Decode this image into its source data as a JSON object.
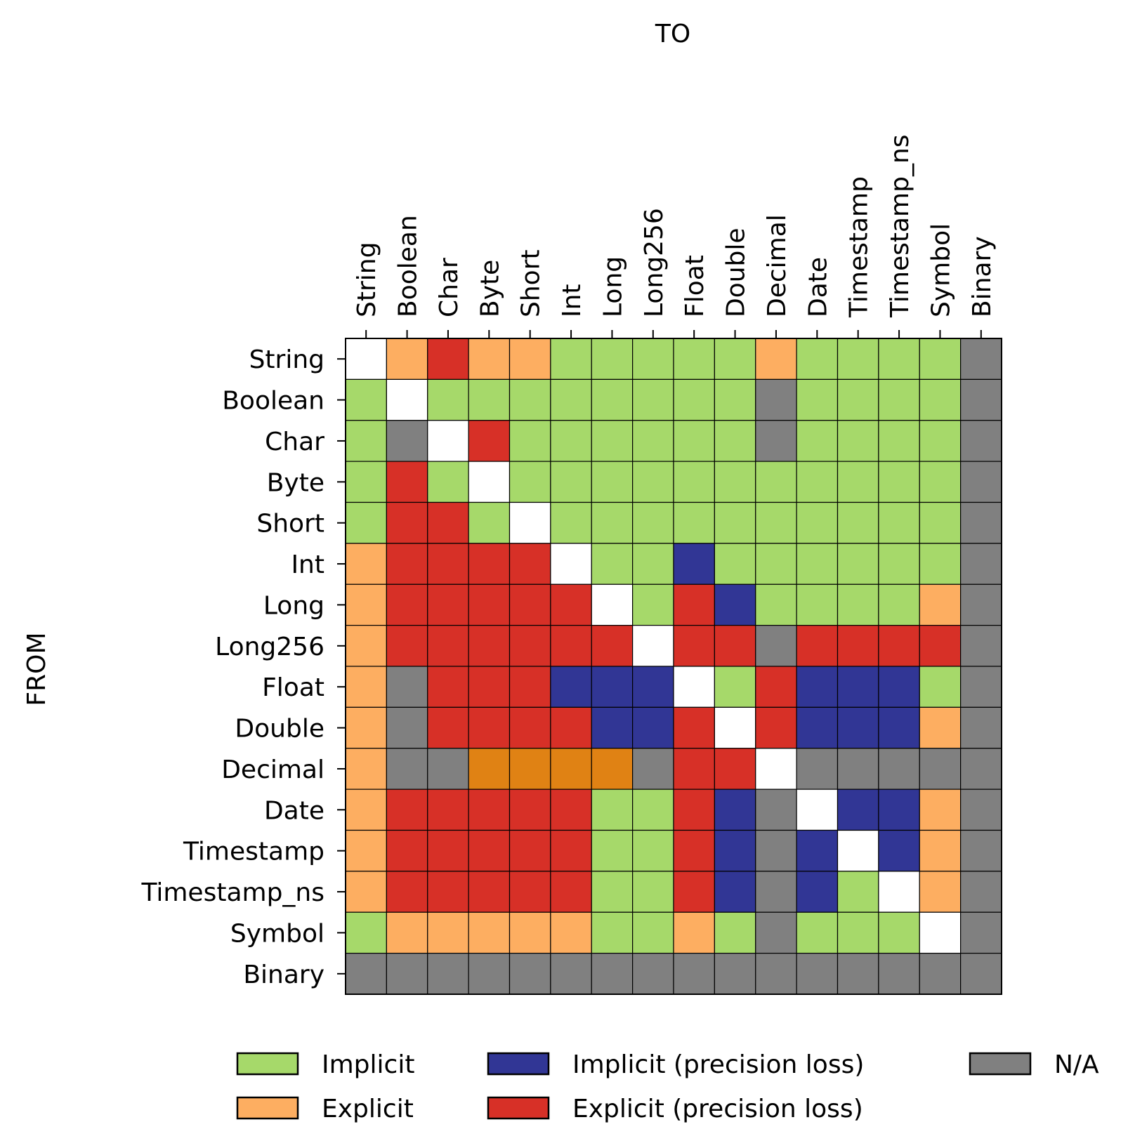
{
  "chart_data": {
    "type": "heatmap",
    "title": "TO",
    "ylabel": "FROM",
    "x_categories": [
      "String",
      "Boolean",
      "Char",
      "Byte",
      "Short",
      "Int",
      "Long",
      "Long256",
      "Float",
      "Double",
      "Decimal",
      "Date",
      "Timestamp",
      "Timestamp_ns",
      "Symbol",
      "Binary"
    ],
    "y_categories": [
      "String",
      "Boolean",
      "Char",
      "Byte",
      "Short",
      "Int",
      "Long",
      "Long256",
      "Float",
      "Double",
      "Decimal",
      "Date",
      "Timestamp",
      "Timestamp_ns",
      "Symbol",
      "Binary"
    ],
    "value_key": {
      "-": "same type",
      "I": "Implicit",
      "E": "Explicit",
      "IP": "Implicit (precision loss)",
      "EP": "Explicit (precision loss)",
      "NA": "N/A",
      "D": "dark orange"
    },
    "colors": {
      "-": "#ffffff",
      "I": "#a6d96a",
      "E": "#fdae61",
      "IP": "#313695",
      "EP": "#d73027",
      "NA": "#808080",
      "D": "#e08214"
    },
    "values": [
      [
        "-",
        "E",
        "EP",
        "E",
        "E",
        "I",
        "I",
        "I",
        "I",
        "I",
        "E",
        "I",
        "I",
        "I",
        "I",
        "NA"
      ],
      [
        "I",
        "-",
        "I",
        "I",
        "I",
        "I",
        "I",
        "I",
        "I",
        "I",
        "NA",
        "I",
        "I",
        "I",
        "I",
        "NA"
      ],
      [
        "I",
        "NA",
        "-",
        "EP",
        "I",
        "I",
        "I",
        "I",
        "I",
        "I",
        "NA",
        "I",
        "I",
        "I",
        "I",
        "NA"
      ],
      [
        "I",
        "EP",
        "I",
        "-",
        "I",
        "I",
        "I",
        "I",
        "I",
        "I",
        "I",
        "I",
        "I",
        "I",
        "I",
        "NA"
      ],
      [
        "I",
        "EP",
        "EP",
        "I",
        "-",
        "I",
        "I",
        "I",
        "I",
        "I",
        "I",
        "I",
        "I",
        "I",
        "I",
        "NA"
      ],
      [
        "E",
        "EP",
        "EP",
        "EP",
        "EP",
        "-",
        "I",
        "I",
        "IP",
        "I",
        "I",
        "I",
        "I",
        "I",
        "I",
        "NA"
      ],
      [
        "E",
        "EP",
        "EP",
        "EP",
        "EP",
        "EP",
        "-",
        "I",
        "EP",
        "IP",
        "I",
        "I",
        "I",
        "I",
        "E",
        "NA"
      ],
      [
        "E",
        "EP",
        "EP",
        "EP",
        "EP",
        "EP",
        "EP",
        "-",
        "EP",
        "EP",
        "NA",
        "EP",
        "EP",
        "EP",
        "EP",
        "NA"
      ],
      [
        "E",
        "NA",
        "EP",
        "EP",
        "EP",
        "IP",
        "IP",
        "IP",
        "-",
        "I",
        "EP",
        "IP",
        "IP",
        "IP",
        "I",
        "NA"
      ],
      [
        "E",
        "NA",
        "EP",
        "EP",
        "EP",
        "EP",
        "IP",
        "IP",
        "EP",
        "-",
        "EP",
        "IP",
        "IP",
        "IP",
        "E",
        "NA"
      ],
      [
        "E",
        "NA",
        "NA",
        "D",
        "D",
        "D",
        "D",
        "NA",
        "EP",
        "EP",
        "-",
        "NA",
        "NA",
        "NA",
        "NA",
        "NA"
      ],
      [
        "E",
        "EP",
        "EP",
        "EP",
        "EP",
        "EP",
        "I",
        "I",
        "EP",
        "IP",
        "NA",
        "-",
        "IP",
        "IP",
        "E",
        "NA"
      ],
      [
        "E",
        "EP",
        "EP",
        "EP",
        "EP",
        "EP",
        "I",
        "I",
        "EP",
        "IP",
        "NA",
        "IP",
        "-",
        "IP",
        "E",
        "NA"
      ],
      [
        "E",
        "EP",
        "EP",
        "EP",
        "EP",
        "EP",
        "I",
        "I",
        "EP",
        "IP",
        "NA",
        "IP",
        "I",
        "-",
        "E",
        "NA"
      ],
      [
        "I",
        "E",
        "E",
        "E",
        "E",
        "E",
        "I",
        "I",
        "E",
        "I",
        "NA",
        "I",
        "I",
        "I",
        "-",
        "NA"
      ],
      [
        "NA",
        "NA",
        "NA",
        "NA",
        "NA",
        "NA",
        "NA",
        "NA",
        "NA",
        "NA",
        "NA",
        "NA",
        "NA",
        "NA",
        "NA",
        "NA"
      ]
    ],
    "legend": {
      "placement": "bottom",
      "entries": [
        {
          "key": "I",
          "label": "Implicit"
        },
        {
          "key": "E",
          "label": "Explicit"
        },
        {
          "key": "IP",
          "label": "Implicit (precision loss)"
        },
        {
          "key": "EP",
          "label": "Explicit (precision loss)"
        },
        {
          "key": "NA",
          "label": "N/A"
        }
      ]
    }
  }
}
